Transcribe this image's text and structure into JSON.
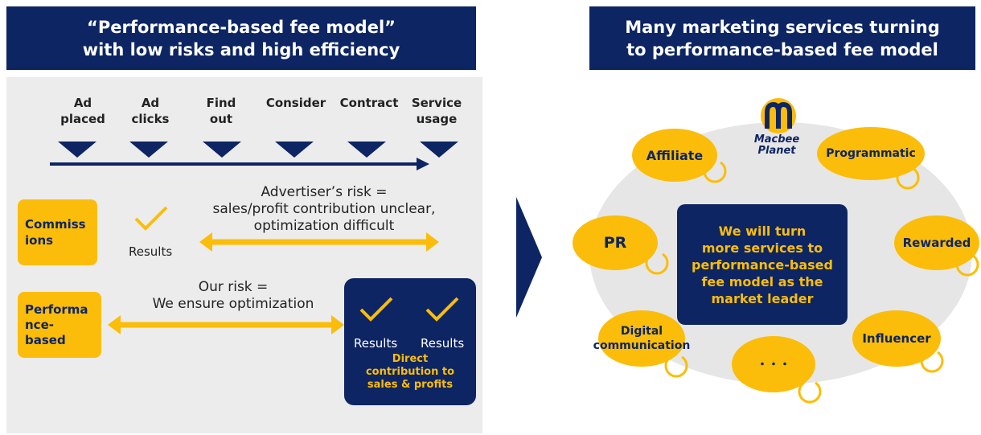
{
  "left_panel": {
    "header_line1": "“Performance-based fee model”",
    "header_line2": "with low risks and high efficiency",
    "stages": [
      {
        "line1": "Ad",
        "line2": "placed"
      },
      {
        "line1": "Ad",
        "line2": "clicks"
      },
      {
        "line1": "Find",
        "line2": "out"
      },
      {
        "line1": "Consider",
        "line2": ""
      },
      {
        "line1": "Contract",
        "line2": ""
      },
      {
        "line1": "Service",
        "line2": "usage"
      }
    ],
    "commissions_label": "Commiss\nions",
    "performance_label": "Performa\nnce-\nbased",
    "advertiser_risk_line1": "Advertiser’s risk =",
    "advertiser_risk_line2": "sales/profit contribution unclear,",
    "advertiser_risk_line3": "optimization difficult",
    "our_risk_line1": "Our risk =",
    "our_risk_line2": "We ensure optimization",
    "results_label": "Results",
    "results_label_2": "Results",
    "results_label_3": "Results",
    "direct_line1": "Direct",
    "direct_line2": "contribution to",
    "direct_line3": "sales & profits"
  },
  "right_panel": {
    "header_line1": "Many marketing services turning",
    "header_line2": "to performance-based fee model",
    "logo_line1": "Macbee",
    "logo_line2": "Planet",
    "center_text": "We will turn\nmore services to\nperformance-based\nfee model as the\nmarket leader",
    "services": {
      "affiliate": "Affiliate",
      "programmatic": "Programmatic",
      "pr": "PR",
      "rewarded": "Rewarded",
      "digital_line1": "Digital",
      "digital_line2": "communication",
      "influencer": "Influencer",
      "more": "・・・"
    }
  },
  "colors": {
    "navy": "#0d2563",
    "yellow": "#fbbd09",
    "panel_gray": "#ececec",
    "oval_gray": "#e6e6e6"
  }
}
